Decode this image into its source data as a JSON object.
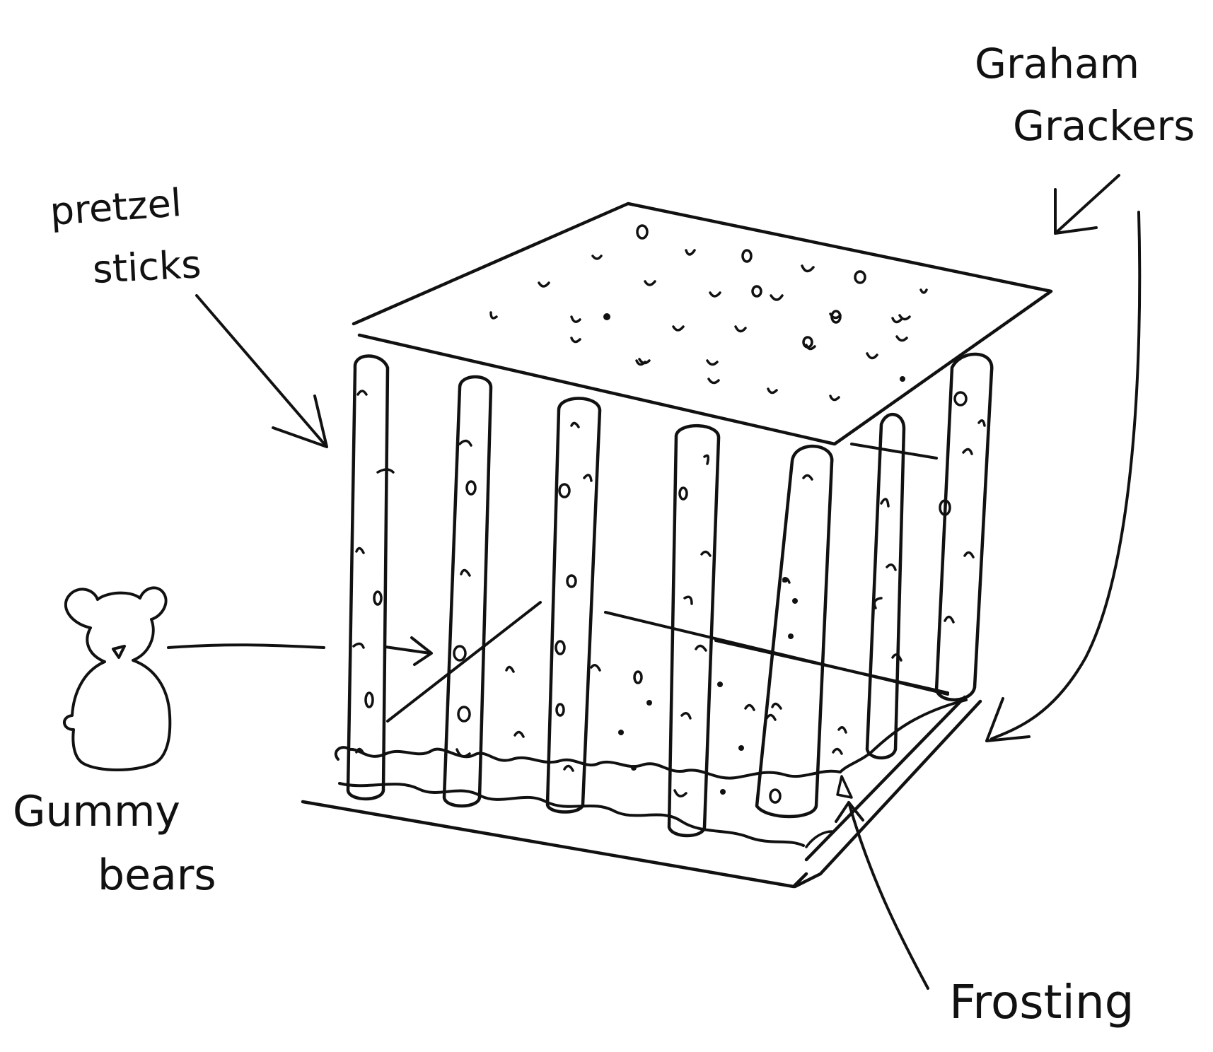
{
  "labels": {
    "pretzel_line1": "pretzel",
    "pretzel_line2": "sticks",
    "graham_line1": "Graham",
    "graham_line2": "Grackers",
    "gummy_line1": "Gummy",
    "gummy_line2": "bears",
    "frosting": "Frosting"
  },
  "colors": {
    "ink": "#111111",
    "paper": "#ffffff"
  },
  "icons": {
    "bear": "gummy-bear-icon"
  }
}
